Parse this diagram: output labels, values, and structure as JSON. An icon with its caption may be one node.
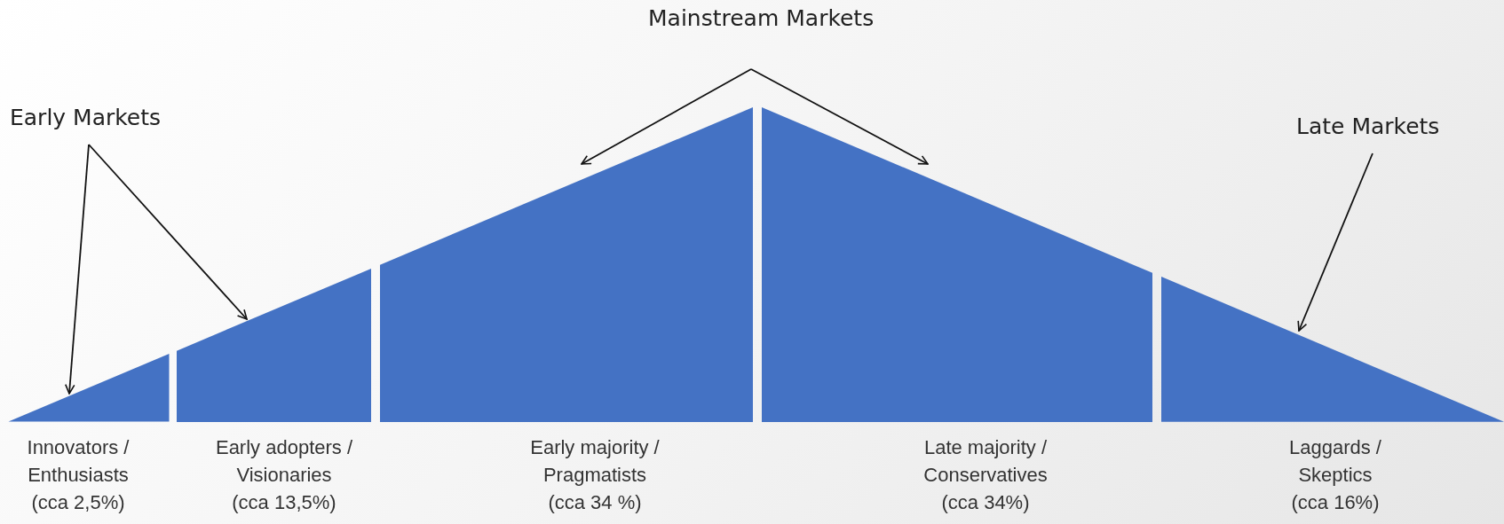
{
  "diagram": {
    "nodes": [
      {
        "text": [
          "Mainstream Markets"
        ]
      },
      {
        "text": [
          "Early Markets"
        ]
      },
      {
        "text": [
          "Late Markets"
        ]
      },
      {
        "text": [
          "Innovators / Enthusiasts",
          "(cca 2,5%)"
        ]
      },
      {
        "text": [
          "Early adopters / Visionaries",
          "(cca 13,5%)"
        ]
      },
      {
        "text": [
          "Early majority / Pragmatists",
          "(cca 34 %)"
        ]
      },
      {
        "text": [
          "Late majority / Conservatives",
          "(cca 34%)"
        ]
      },
      {
        "text": [
          "Laggards / Skeptics",
          "(cca 16%)"
        ]
      }
    ],
    "edges": [
      {
        "from": 1,
        "to": 3,
        "arrow": "to"
      },
      {
        "from": 1,
        "to": 4,
        "arrow": "to"
      },
      {
        "from": 0,
        "to": 5,
        "arrow": "to"
      },
      {
        "from": 0,
        "to": 6,
        "arrow": "to"
      },
      {
        "from": 2,
        "to": 7,
        "arrow": "to"
      }
    ]
  }
}
